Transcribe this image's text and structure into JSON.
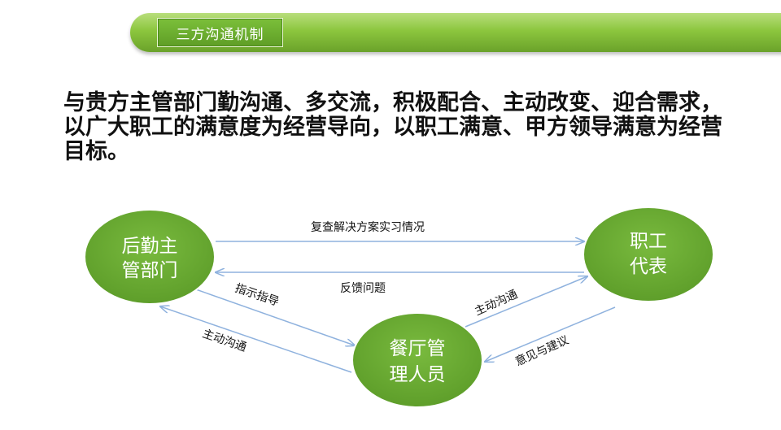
{
  "header": {
    "title": "三方沟通机制"
  },
  "intro": {
    "lines": [
      "与贵方主管部门勤沟通、多交流，积极配合、主动改变、迎合需求，",
      "以广大职工的满意度为经营导向，以职工满意、甲方领导满意为经营",
      "目标。"
    ]
  },
  "diagram": {
    "colors": {
      "node_fill": "#6cad34",
      "edge": "#8fb2de"
    },
    "nodes": {
      "logistics": {
        "line1": "后勤主",
        "line2": "管部门"
      },
      "staff": {
        "line1": "职工",
        "line2": "代表"
      },
      "restaurant": {
        "line1": "餐厅管",
        "line2": "理人员"
      }
    },
    "edges": {
      "review": "复查解决方案实习情况",
      "feedback": "反馈问题",
      "instruct": "指示指导",
      "proactive_left": "主动沟通",
      "proactive_right": "主动沟通",
      "suggest": "意见与建议"
    }
  }
}
